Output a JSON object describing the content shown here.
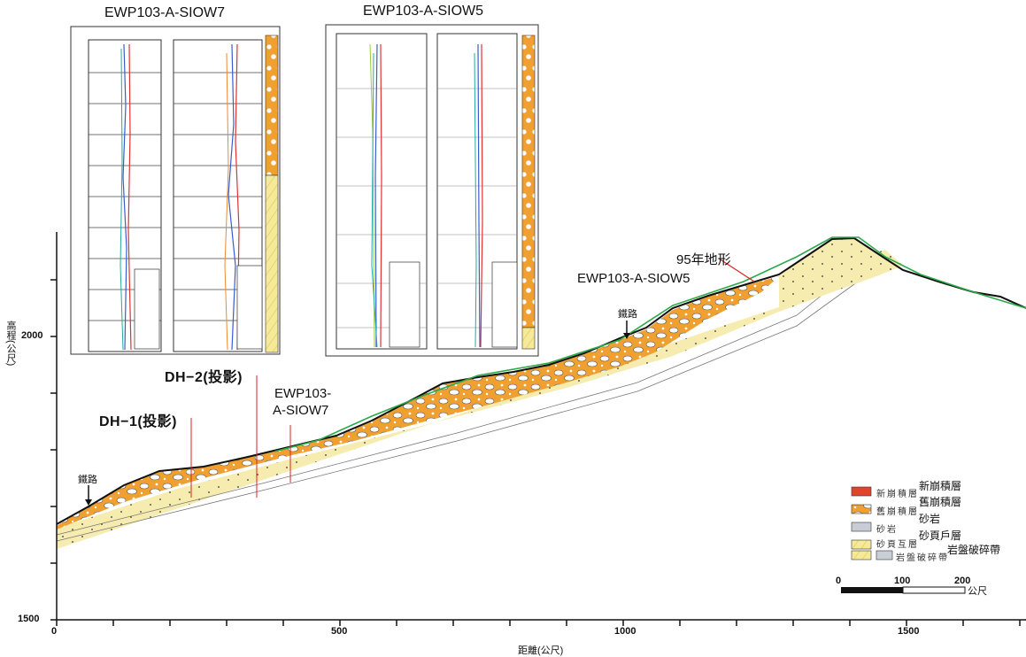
{
  "insets": [
    {
      "title": "EWP103-A-SIOW7"
    },
    {
      "title": "EWP103-A-SIOW5"
    }
  ],
  "labels": {
    "dh1": "DH−1(投影)",
    "dh2": "DH−2(投影)",
    "ewp7_line1": "EWP103-",
    "ewp7_line2": "A-SIOW7",
    "ewp5": "EWP103-A-SIOW5",
    "terrain95": "95年地形",
    "road_left": "鐵路",
    "road_right": "鐵路"
  },
  "axes": {
    "x_label": "距離(公尺)",
    "y_label": "高程(公尺)",
    "x_ticks": [
      "0",
      "500",
      "1000",
      "1500"
    ],
    "y_ticks": [
      "2000",
      "1500"
    ]
  },
  "legend": [
    {
      "code": "新崩積層",
      "label": "新崩積層",
      "color": "#e0452b"
    },
    {
      "code": "舊崩積層",
      "label": "舊崩積層",
      "color": "#f0a030"
    },
    {
      "code": "砂岩",
      "label": "砂岩",
      "color": "#c8ccd4"
    },
    {
      "code": "砂頁互層",
      "label": "砂頁戶層",
      "color": "#f3e58a"
    },
    {
      "code": "岩盤破碎帶",
      "label": "岩盤破碎帶",
      "color": "#c9cfd6"
    }
  ],
  "scale_bar": {
    "ticks": [
      "0",
      "100",
      "200"
    ],
    "unit": "公尺"
  },
  "colors": {
    "colluvium_old": "#f0a030",
    "sand_shale": "#f3e58a",
    "terrain95": "#2aa84a"
  }
}
